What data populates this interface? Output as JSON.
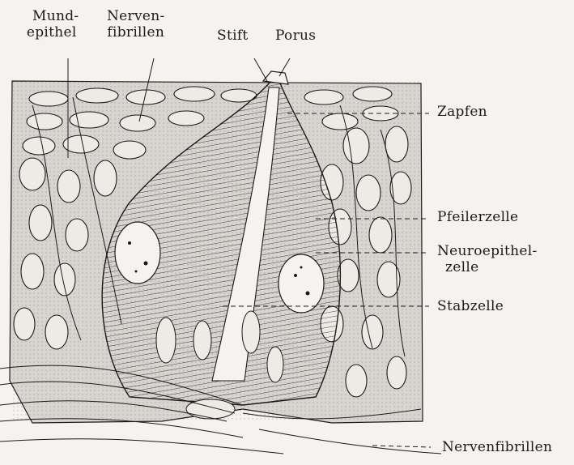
{
  "figure": {
    "colors": {
      "paper": "#f4f3ef",
      "ink": "#1a1a1a",
      "tissue": "#d6d5d0"
    },
    "labels_top": {
      "mundepithel_line1": "Mund-",
      "mundepithel_line2": "epithel",
      "nervenfibrillen_line1": "Nerven-",
      "nervenfibrillen_line2": "fibrillen",
      "stift": "Stift",
      "porus": "Porus"
    },
    "labels_right": {
      "zapfen": "Zapfen",
      "pfeilerzelle": "Pfeilerzelle",
      "neuroepithelzelle_line1": "Neuroepithel-",
      "neuroepithelzelle_line2": "zelle",
      "stabzelle": "Stabzelle",
      "nervenfibrillen_bottom": "Nervenfibrillen"
    }
  }
}
